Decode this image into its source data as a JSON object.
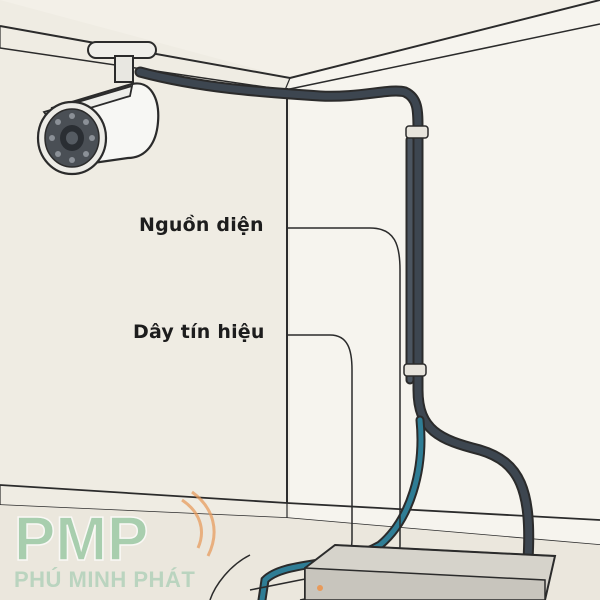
{
  "labels": {
    "power": "Nguồn diện",
    "signal": "Dây tín hiệu"
  },
  "watermark": {
    "logo_text": "PMP",
    "company_name": "PHÚ MINH PHÁT"
  },
  "colors": {
    "wall": "#f3f0e8",
    "wall_shadow": "#e4dfd3",
    "outline": "#2b2b2b",
    "power_cable": "#3d4650",
    "signal_cable": "#2f7d95",
    "watermark_green": "#8fc59c",
    "watermark_orange": "#e89a5a"
  },
  "icons": {
    "camera": "bullet-camera-icon",
    "junction_box": "junction-box-icon",
    "cable_clip": "cable-clip-icon"
  }
}
